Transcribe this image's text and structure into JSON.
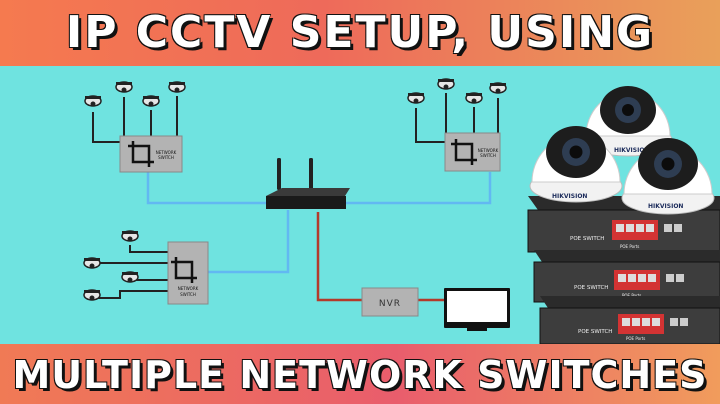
{
  "header": {
    "title": "IP CCTV SETUP, USING"
  },
  "footer": {
    "title": "MULTIPLE NETWORK SWITCHES"
  },
  "diagram": {
    "switch_label_line1": "NETWORK",
    "switch_label_line2": "SWITCH",
    "nvr_label": "NVR"
  },
  "product": {
    "camera_brand": "HIKVISION",
    "poe_switch_label": "POE SWITCH",
    "poe_ports_label": "POE Ports"
  },
  "colors": {
    "background": "#6fe3e0",
    "banner": "#ef6f55",
    "switch_box": "#b3b3b3",
    "network_cable": "#62b8f2",
    "nvr_cable": "#b43a2b",
    "wire": "#222222"
  }
}
